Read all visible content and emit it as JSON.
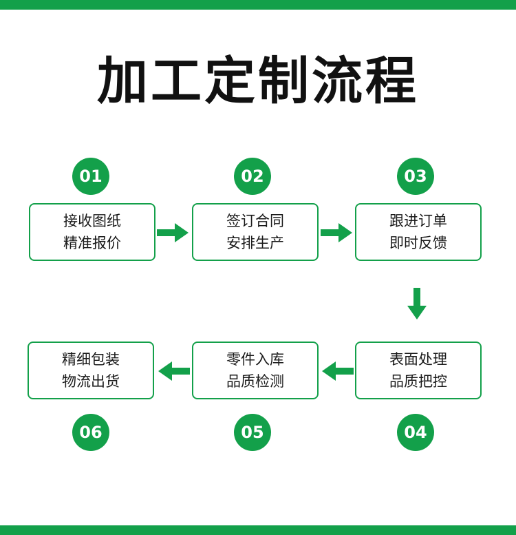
{
  "title": "加工定制流程",
  "colors": {
    "accent": "#13a04a",
    "text": "#1a1a1a",
    "background": "#ffffff"
  },
  "steps": [
    {
      "num": "01",
      "line1": "接收图纸",
      "line2": "精准报价"
    },
    {
      "num": "02",
      "line1": "签订合同",
      "line2": "安排生产"
    },
    {
      "num": "03",
      "line1": "跟进订单",
      "line2": "即时反馈"
    },
    {
      "num": "04",
      "line1": "表面处理",
      "line2": "品质把控"
    },
    {
      "num": "05",
      "line1": "零件入库",
      "line2": "品质检测"
    },
    {
      "num": "06",
      "line1": "精细包装",
      "line2": "物流出货"
    }
  ]
}
